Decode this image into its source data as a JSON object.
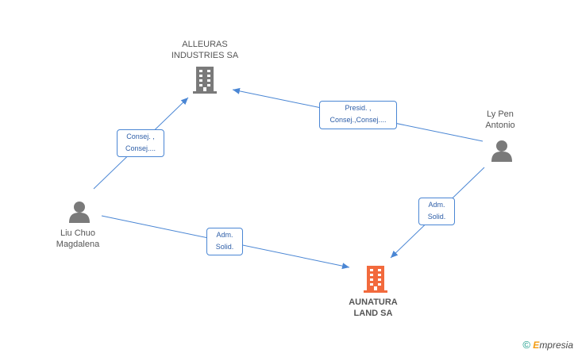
{
  "nodes": {
    "alleuras": {
      "line1": "ALLEURAS",
      "line2": "INDUSTRIES SA"
    },
    "aunatura": {
      "line1": "AUNATURA",
      "line2": "LAND SA"
    },
    "ly_pen": {
      "line1": "Ly Pen",
      "line2": "Antonio"
    },
    "liu_chuo": {
      "line1": "Liu Chuo",
      "line2": "Magdalena"
    }
  },
  "edges": {
    "lypen_alleuras": {
      "line1": "Presid. ,",
      "line2": "Consej.,Consej...."
    },
    "liuchuo_alleuras": {
      "line1": "Consej. ,",
      "line2": "Consej...."
    },
    "liuchuo_aunatura": {
      "line1": "Adm.",
      "line2": "Solid."
    },
    "lypen_aunatura": {
      "line1": "Adm.",
      "line2": "Solid."
    }
  },
  "colors": {
    "edge": "#4a86d4",
    "company": "#7a7a7a",
    "main_company": "#f26a3d",
    "person": "#7a7a7a"
  },
  "footer": {
    "copyright": "©",
    "brand_first": "E",
    "brand_rest": "mpresia"
  }
}
